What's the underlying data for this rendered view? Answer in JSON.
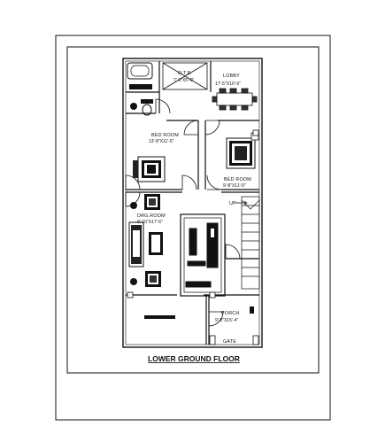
{
  "labels": {
    "otp": "O.T.P.",
    "otp_dim": "7'-6\"X5'-0\"",
    "lobby": "LOBBY",
    "lobby_dim": "17'-5\"X10'-9\"",
    "bed1": "BED ROOM",
    "bed1_dim": "13'-8\"X11'-5\"",
    "bed2": "BED ROOM",
    "bed2_dim": "9'-8\"X11'-5\"",
    "drg": "DRG.ROOM",
    "drg_dim": "9'-10\"X17'-6\"",
    "up": "UP",
    "porch": "PORCH",
    "porch_dim": "9'-0\"X15'-4\"",
    "gate": "GATE",
    "title": "LOWER GROUND FLOOR"
  }
}
